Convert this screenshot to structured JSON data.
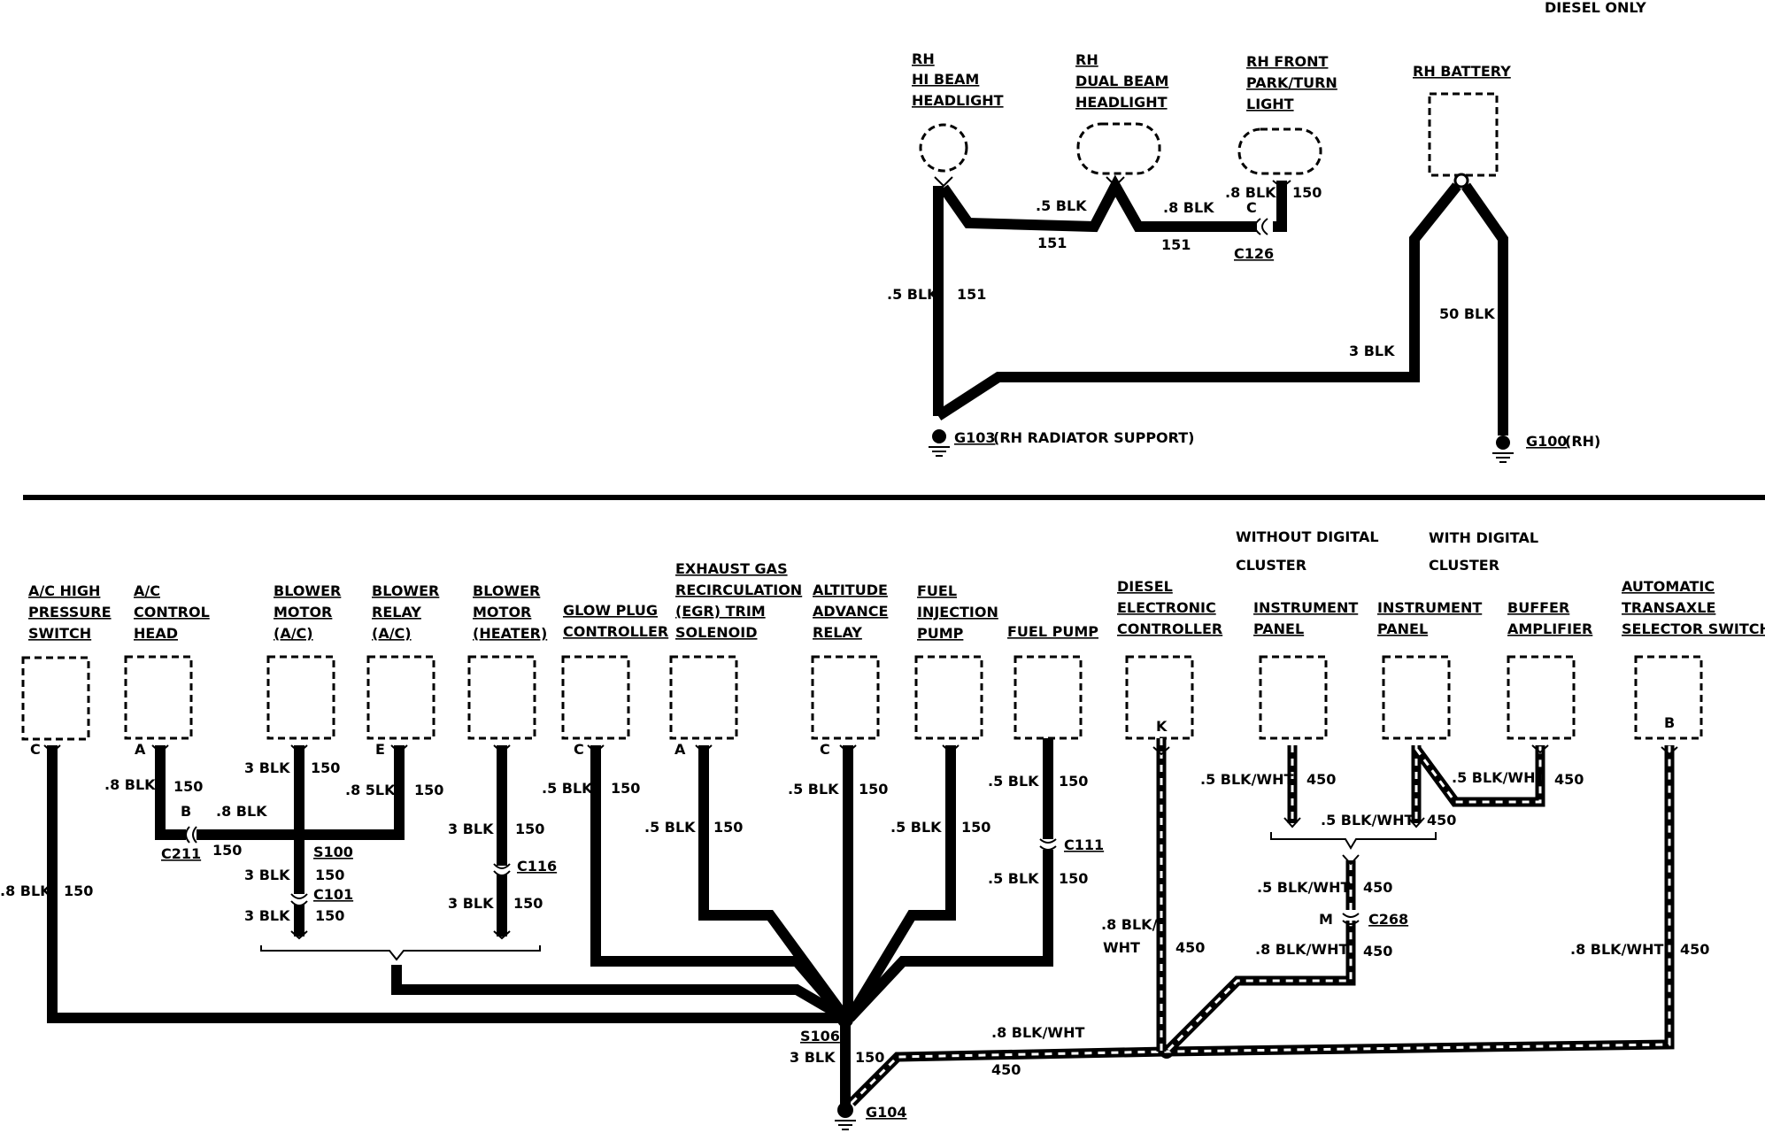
{
  "title": "DIESEL ONLY",
  "top": {
    "components": {
      "hi_beam": [
        "RH",
        "HI BEAM",
        "HEADLIGHT"
      ],
      "dual_beam": [
        "RH",
        "DUAL BEAM",
        "HEADLIGHT"
      ],
      "park_turn": [
        "RH FRONT",
        "PARK/TURN",
        "LIGHT"
      ],
      "battery": "RH BATTERY"
    },
    "wires": {
      "w1_gauge": ".5 BLK",
      "w1_circuit": "151",
      "w2_gauge": ".5 BLK",
      "w2_circuit": "151",
      "w3_gauge": ".8 BLK",
      "w3_circuit": "151",
      "w4_gauge": ".8 BLK",
      "w4_circuit": "150",
      "batt_pos": "50 BLK",
      "batt_neg": "3 BLK"
    },
    "connectors": {
      "c126": "C126",
      "c126_pin": "C"
    },
    "grounds": {
      "g103": "G103",
      "g103_desc": "(RH RADIATOR SUPPORT)",
      "g100": "G100",
      "g100_desc": "(RH)"
    }
  },
  "bottom": {
    "components": {
      "ac_high": [
        "A/C HIGH",
        "PRESSURE",
        "SWITCH"
      ],
      "ac_ctrl": [
        "A/C",
        "CONTROL",
        "HEAD"
      ],
      "blower_ac": [
        "BLOWER",
        "MOTOR",
        "(A/C)"
      ],
      "blower_relay": [
        "BLOWER",
        "RELAY",
        "(A/C)"
      ],
      "blower_heater": [
        "BLOWER",
        "MOTOR",
        "(HEATER)"
      ],
      "glow_plug": [
        "GLOW PLUG",
        "CONTROLLER"
      ],
      "egr": [
        "EXHAUST GAS",
        "RECIRCULATION",
        "(EGR) TRIM",
        "SOLENOID"
      ],
      "altitude": [
        "ALTITUDE",
        "ADVANCE",
        "RELAY"
      ],
      "fuel_inj": [
        "FUEL",
        "INJECTION",
        "PUMP"
      ],
      "fuel_pump": [
        "FUEL PUMP"
      ],
      "diesel_ctrl": [
        "DIESEL",
        "ELECTRONIC",
        "CONTROLLER"
      ],
      "ip_without": [
        "INSTRUMENT",
        "PANEL"
      ],
      "ip_with": [
        "INSTRUMENT",
        "PANEL"
      ],
      "buffer": [
        "BUFFER",
        "AMPLIFIER"
      ],
      "trans": [
        "AUTOMATIC",
        "TRANSAXLE",
        "SELECTOR SWITCH"
      ]
    },
    "headings": {
      "without": [
        "WITHOUT DIGITAL",
        "CLUSTER"
      ],
      "with": [
        "WITH DIGITAL",
        "CLUSTER"
      ]
    },
    "pins": {
      "ac_high": "C",
      "ac_ctrl": "A",
      "blower_relay": "E",
      "glow_plug": "C",
      "egr": "A",
      "altitude": "C",
      "diesel_ctrl": "K",
      "trans": "B",
      "c211": "B",
      "c268": "M"
    },
    "labels": {
      "blk8": ".8 BLK",
      "blk5": ".5 BLK",
      "blk3": "3 BLK",
      "blk8b": ".8 BLK",
      "c150": "150",
      "c450": "450",
      "blk8_mis": ".8 5LK",
      "bw5": ".5 BLK/WHT",
      "bw8": ".8 BLK/WHT",
      "bw8a": ".8 BLK/",
      "bw8b": "WHT"
    },
    "connectors": {
      "c211": "C211",
      "c101": "C101",
      "c116": "C116",
      "c111": "C111",
      "c268": "C268"
    },
    "splices": {
      "s100": "S100",
      "s106": "S106"
    },
    "grounds": {
      "g104": "G104"
    }
  }
}
